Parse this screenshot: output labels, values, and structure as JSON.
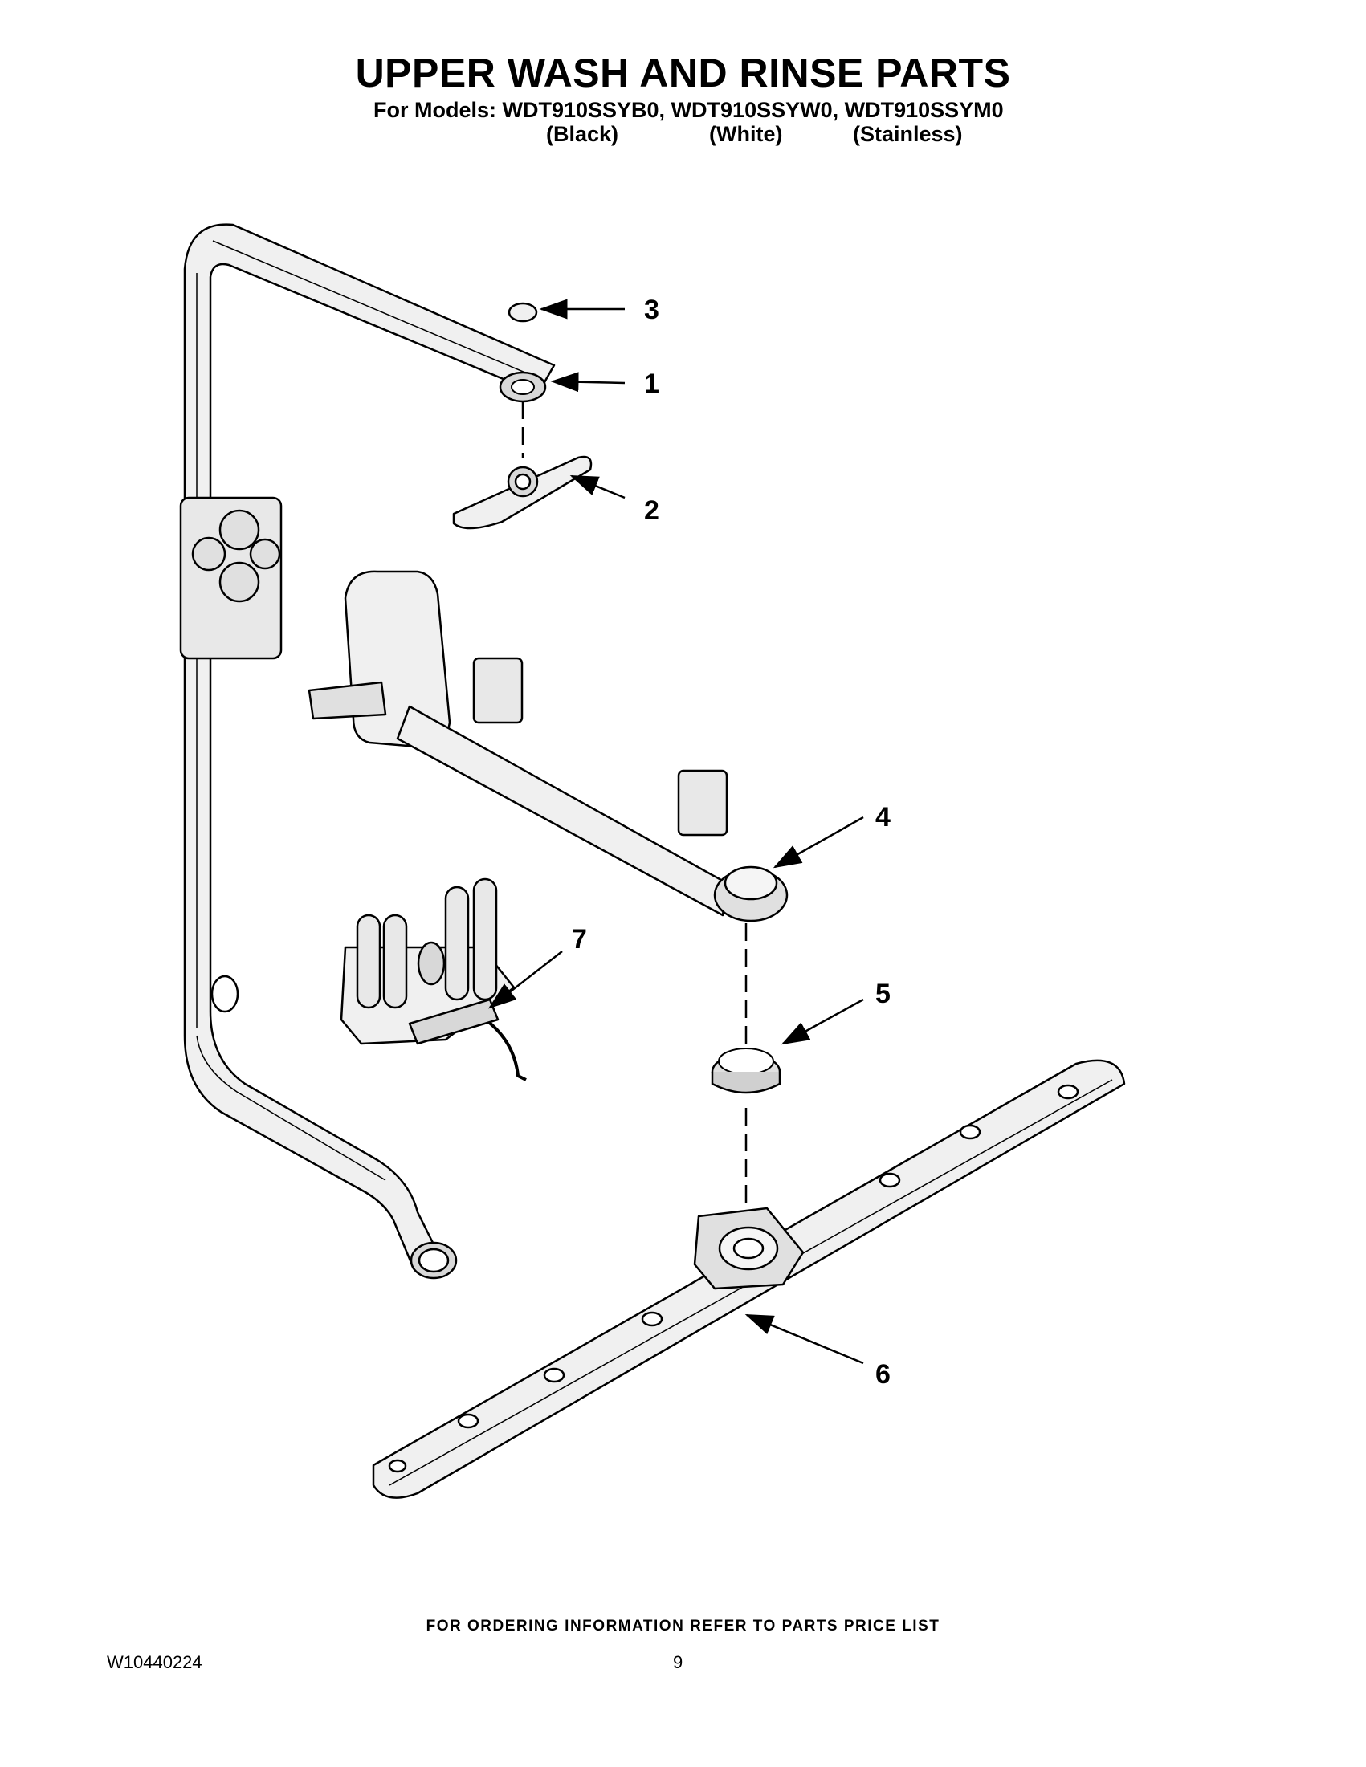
{
  "page": {
    "title": "UPPER WASH AND RINSE PARTS",
    "models_line": "For Models: WDT910SSYB0, WDT910SSYW0, WDT910SSYM0",
    "variants": [
      "(Black)",
      "(White)",
      "(Stainless)"
    ],
    "footer_info": "FOR ORDERING INFORMATION REFER TO PARTS PRICE LIST",
    "doc_number": "W10440224",
    "page_number": "9"
  },
  "callouts": [
    "3",
    "1",
    "2",
    "4",
    "7",
    "5",
    "6"
  ],
  "colors": {
    "line": "#000000",
    "part_fill": "#f0f0f0",
    "shade": "#c8c8c8",
    "background": "#ffffff"
  }
}
